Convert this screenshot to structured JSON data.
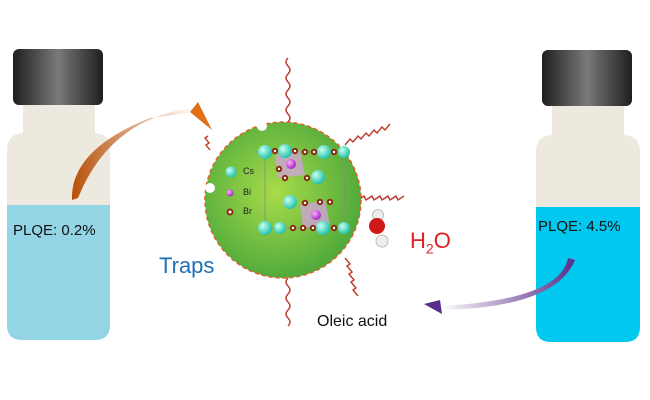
{
  "left_vial": {
    "label": "PLQE: 0.2%",
    "liquid_color": "#93d5e4"
  },
  "right_vial": {
    "label": "PLQE: 4.5%",
    "liquid_color": "#00c8ef"
  },
  "particle": {
    "legend": [
      {
        "element": "Cs",
        "color": "#3fe0c0"
      },
      {
        "element": "Bi",
        "color": "#c040e0"
      },
      {
        "element": "Br",
        "color": "#8b2e10"
      }
    ],
    "fill_color": "#62b844"
  },
  "labels": {
    "traps": "Traps",
    "water_main": "H",
    "water_sub": "2",
    "water_tail": "O",
    "ligand": "Oleic acid"
  },
  "colors": {
    "arrow_left": "#c0580a",
    "arrow_right": "#5a2d8a",
    "ligand": "#c0392b",
    "traps_text": "#1f6fb5",
    "water_text": "#e02020"
  }
}
